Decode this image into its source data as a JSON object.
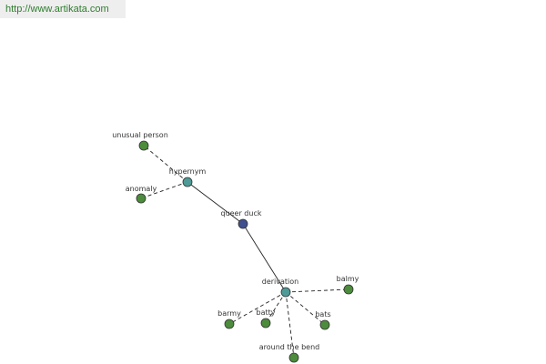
{
  "watermark": {
    "text": "http://www.artikata.com"
  },
  "colors": {
    "root": "#3f4f8f",
    "relation": "#4e9a96",
    "leaf": "#4c8c3c",
    "edge": "#222222"
  },
  "graph": {
    "root": {
      "label": "queer duck"
    },
    "relations": [
      {
        "label": "hypernym",
        "members": [
          "unusual person",
          "anomaly"
        ]
      },
      {
        "label": "derivation",
        "members": [
          "balmy",
          "barmy",
          "batty",
          "bats",
          "around the bend"
        ]
      }
    ]
  }
}
